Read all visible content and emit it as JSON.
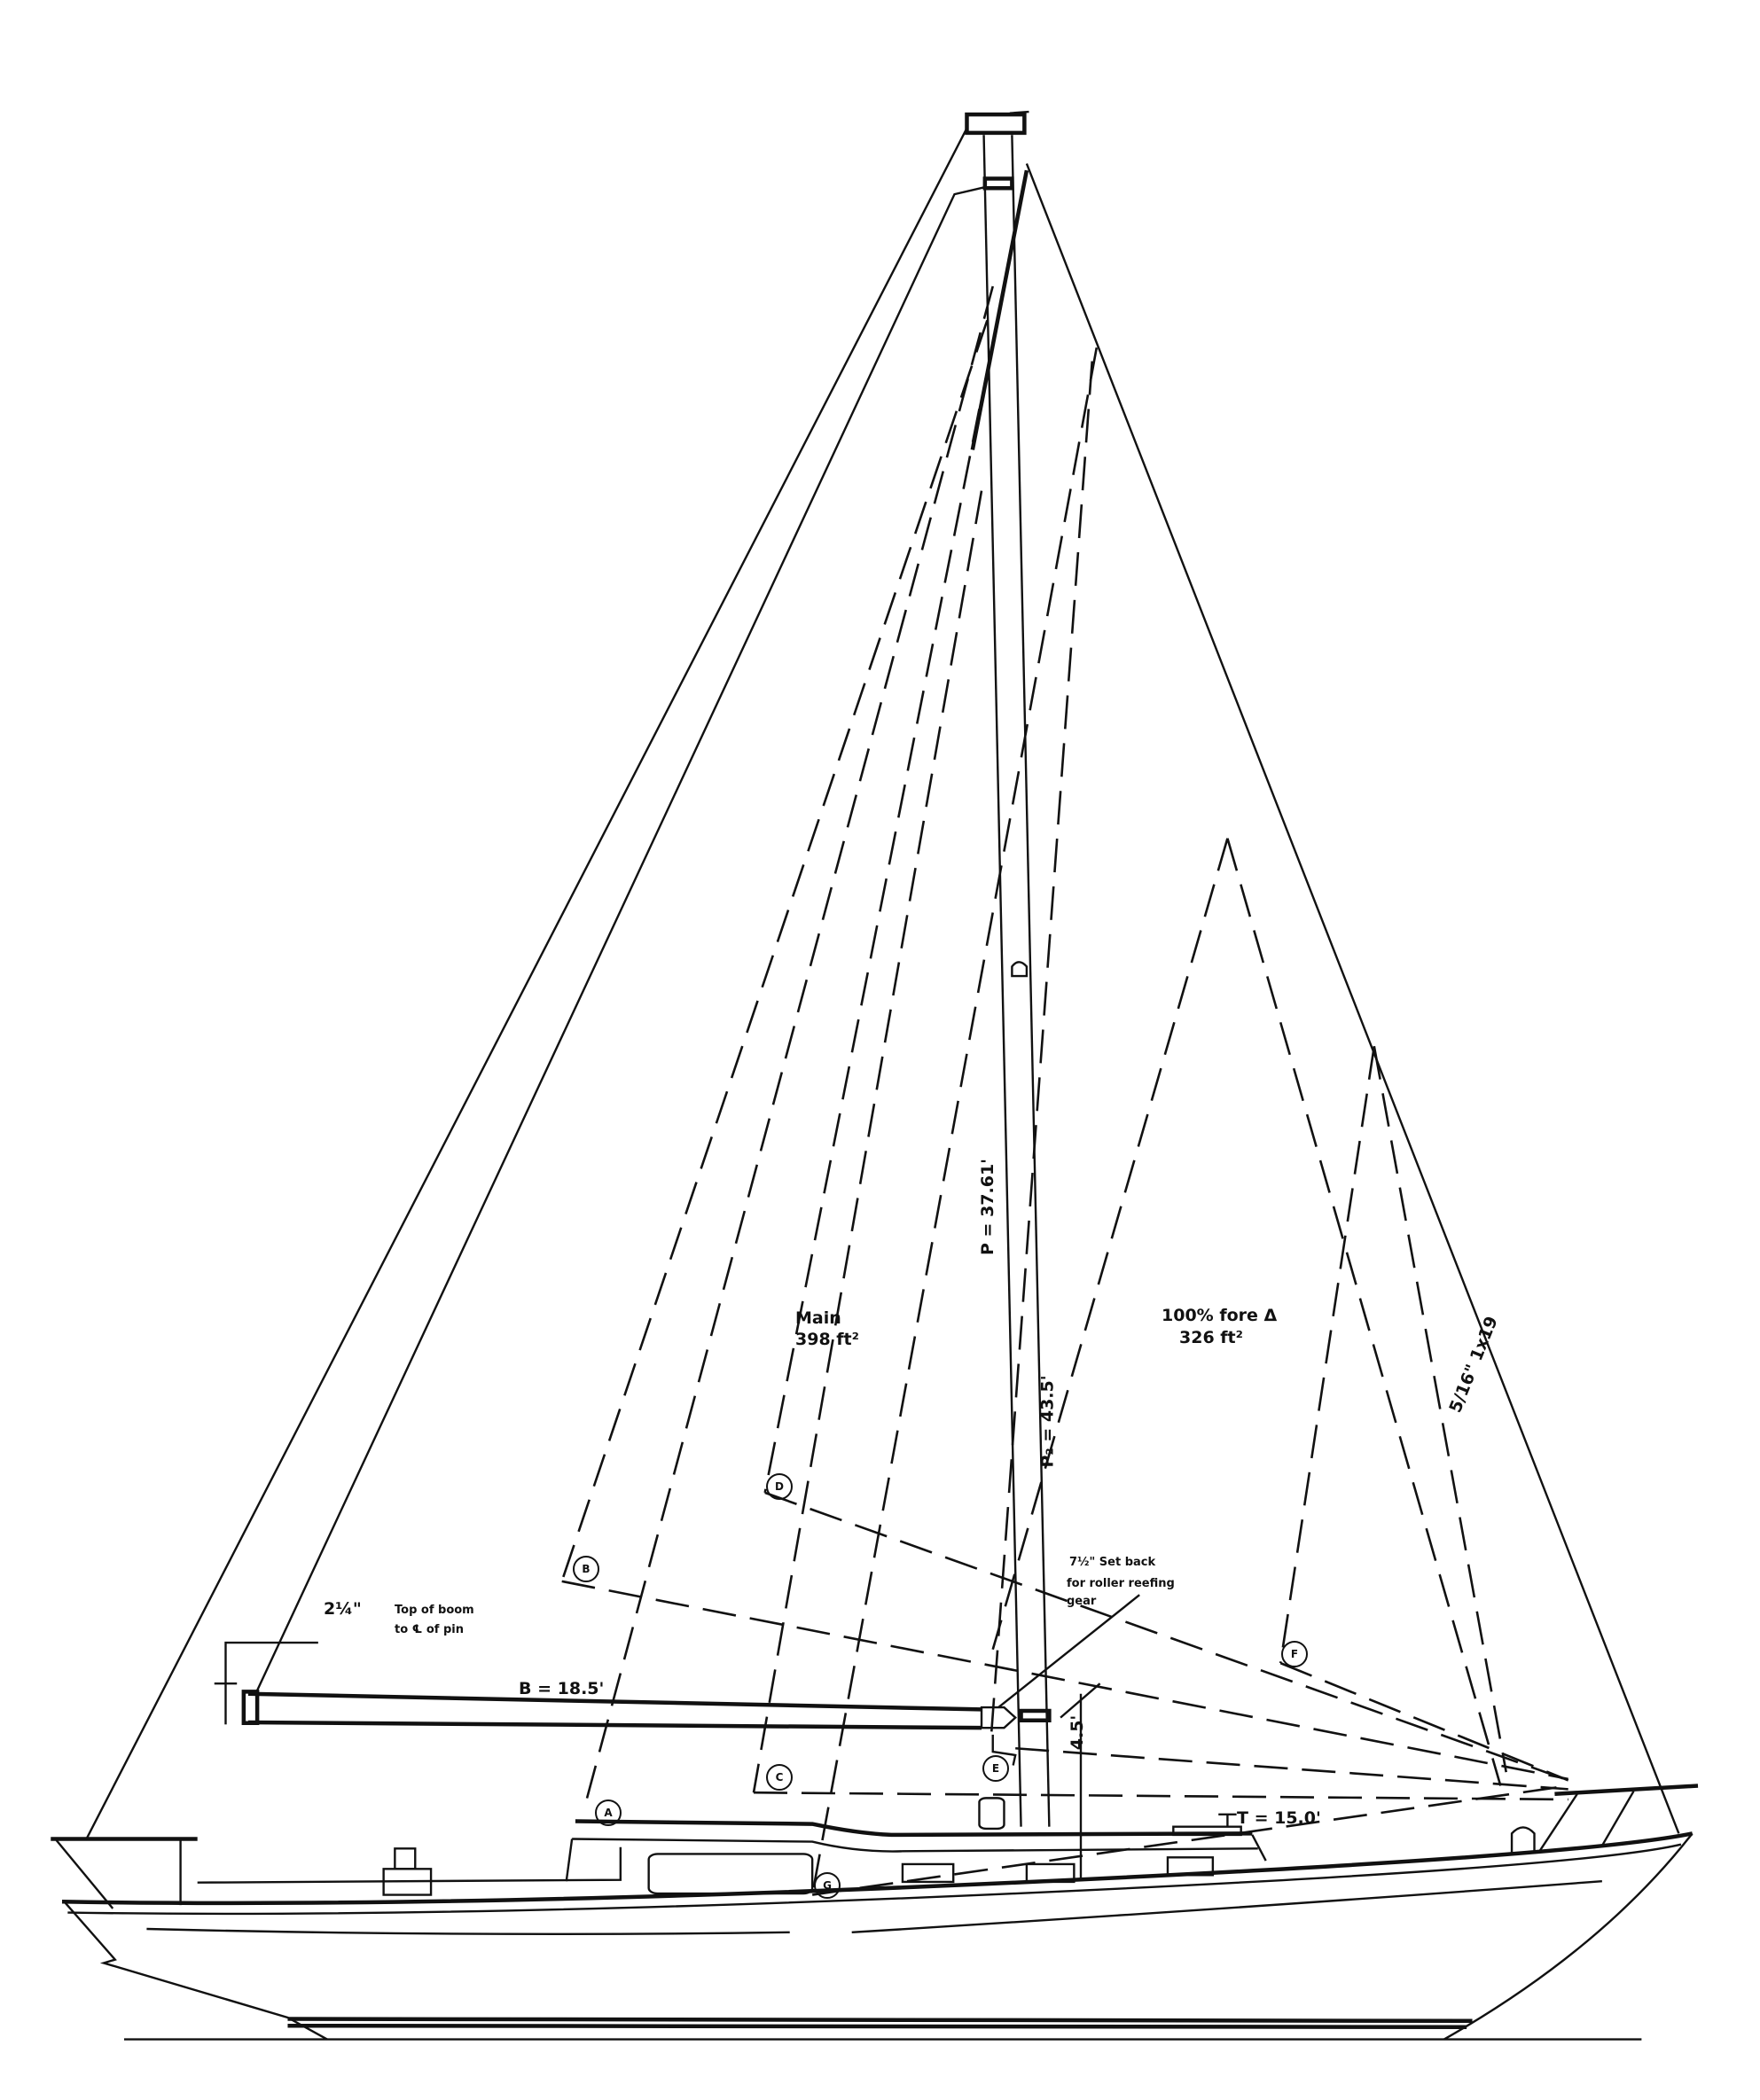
{
  "drawing": {
    "sail_labels": {
      "main": "Main",
      "main_area": "398 ft²",
      "fore": "100% fore Δ",
      "fore_area": "326 ft²"
    },
    "dimensions": {
      "p": "P = 37.61'",
      "p2": "P₂ = 43.5'",
      "b": "B = 18.5'",
      "t": "T = 15.0'",
      "height": "4.5'",
      "forestay": "5/16\" 1x19"
    },
    "notes": {
      "boom_offset": "2¼\"",
      "boom_line1": "Top of boom",
      "boom_line2": "to ℄ of pin",
      "setback_1": "7½\" Set back",
      "setback_2": "for roller reefing",
      "setback_3": "gear"
    },
    "clew_markers": [
      "A",
      "B",
      "C",
      "D",
      "E",
      "F",
      "G"
    ],
    "ink_color": "#111111"
  }
}
